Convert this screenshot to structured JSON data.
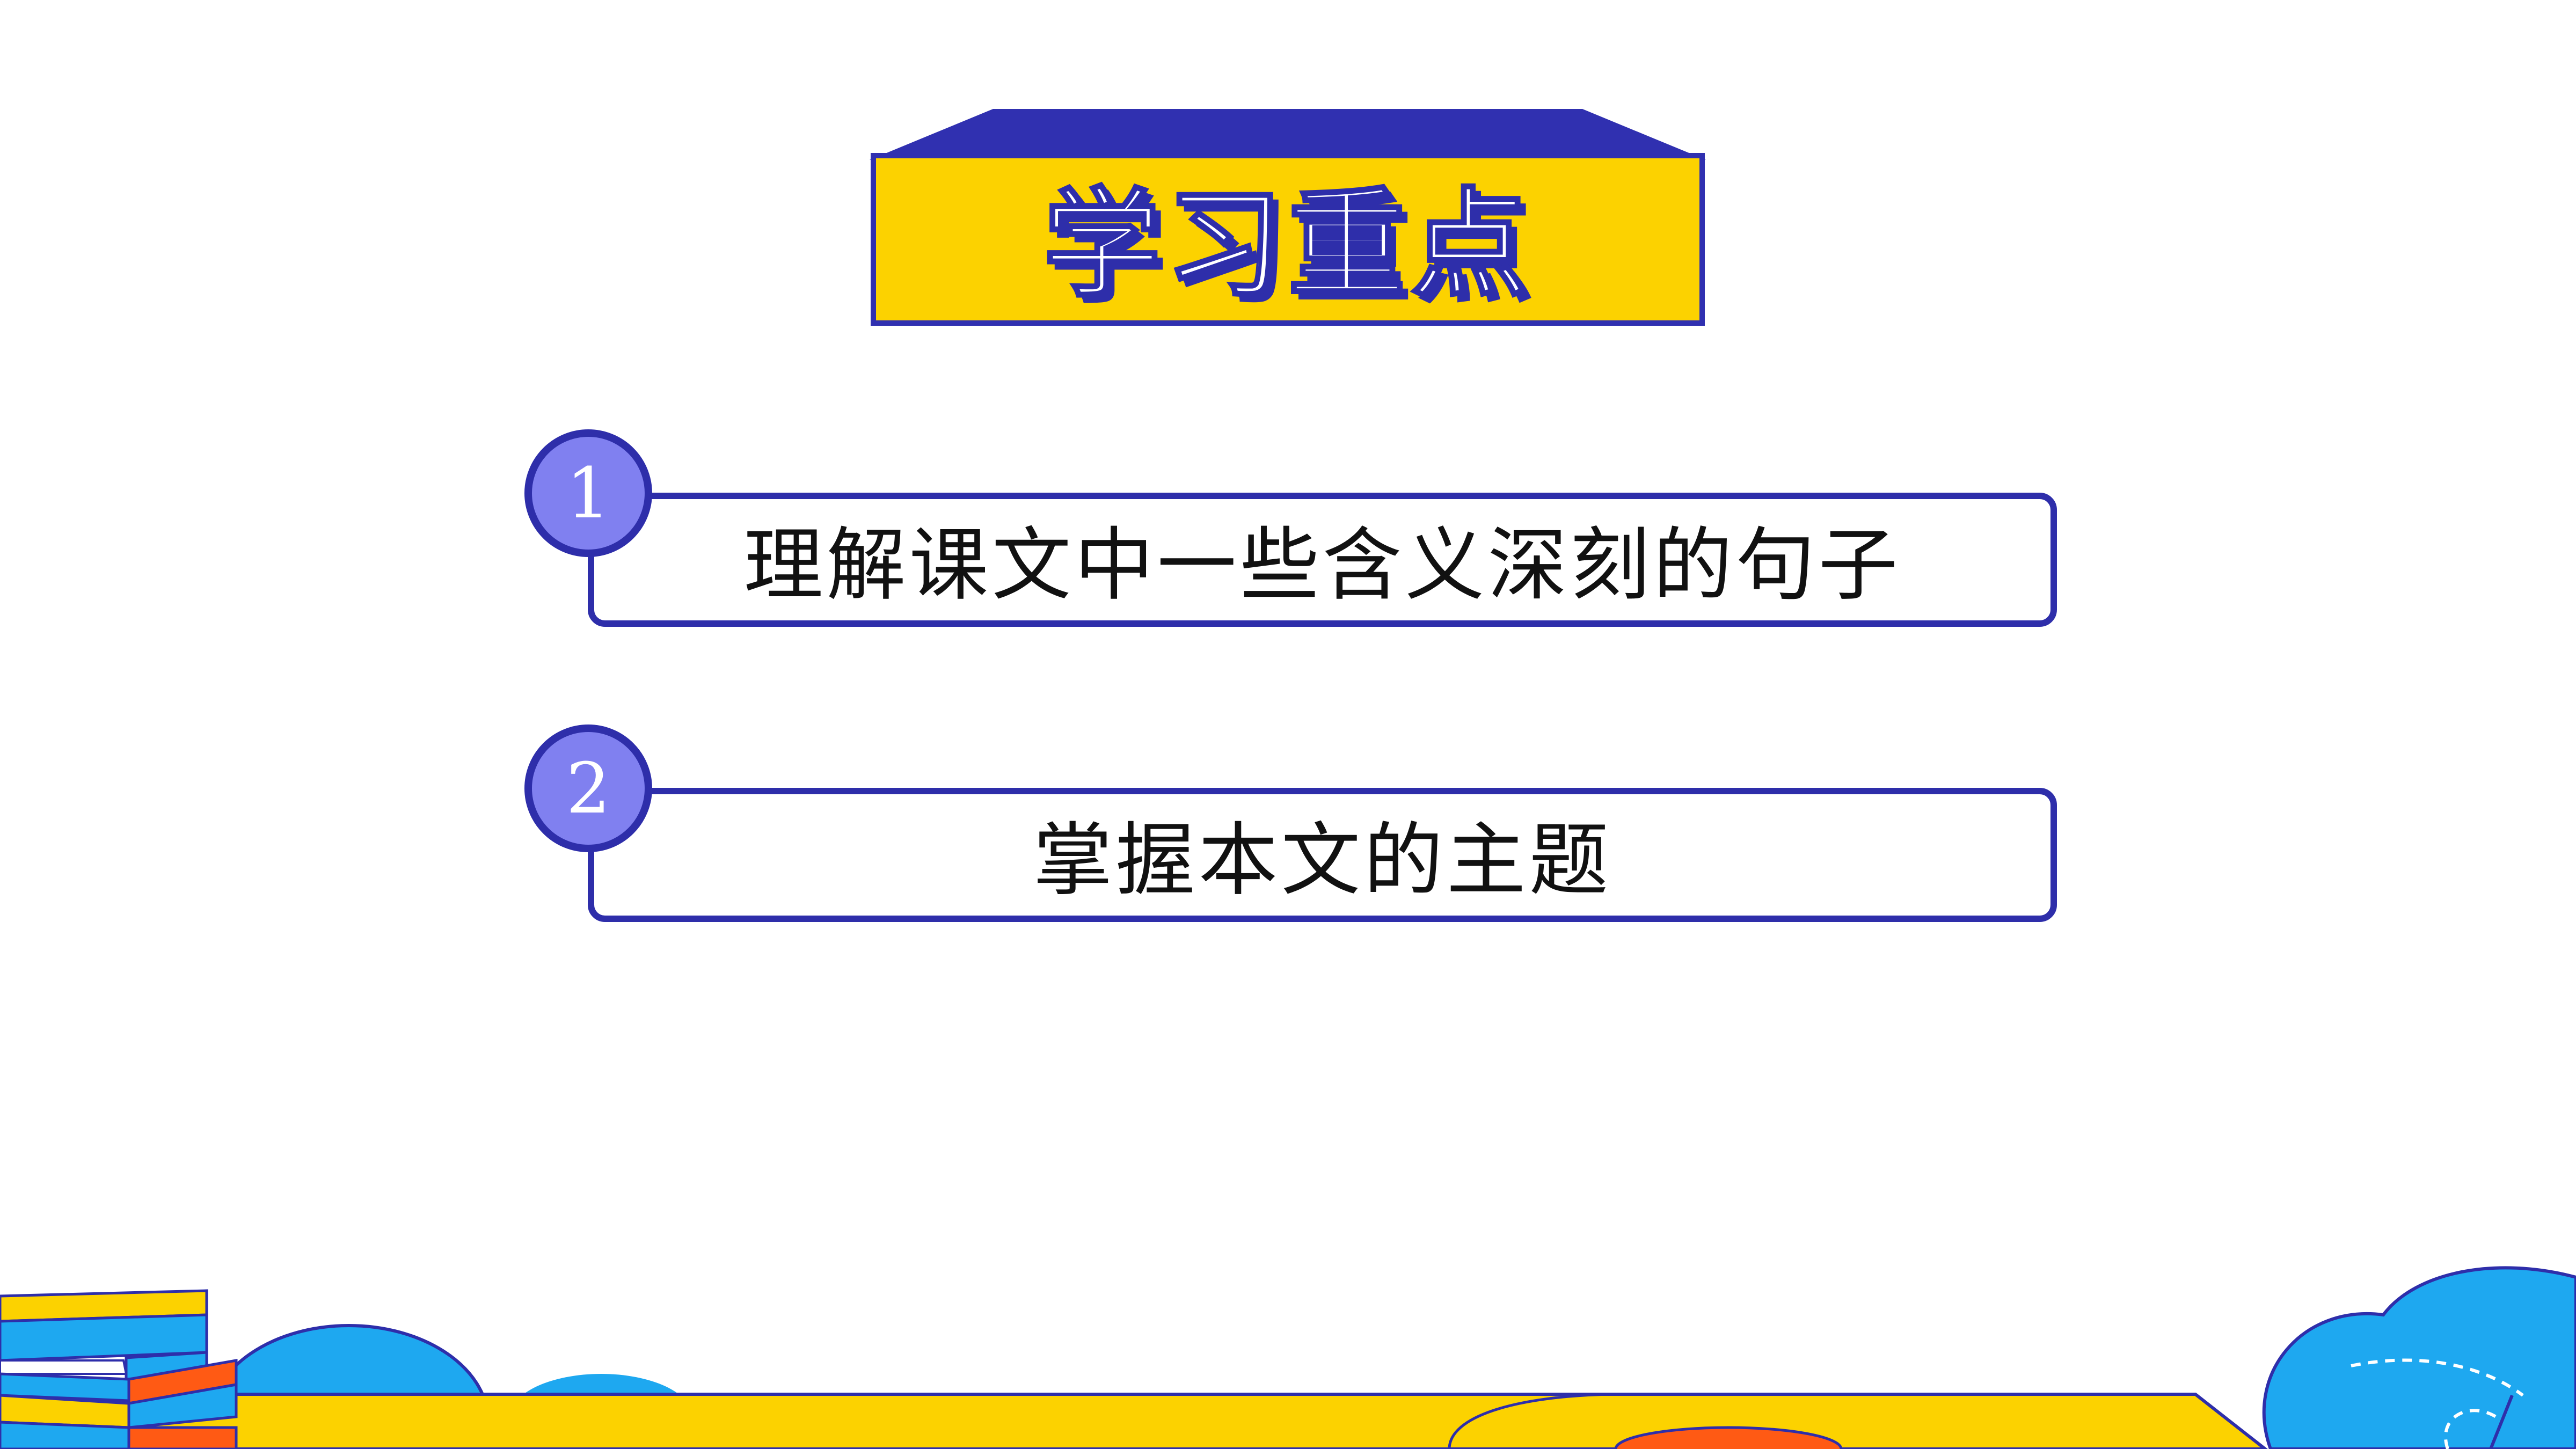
{
  "title": "学习重点",
  "points": [
    {
      "number": "1",
      "text": "理解课文中一些含义深刻的句子"
    },
    {
      "number": "2",
      "text": "掌握本文的主题"
    }
  ],
  "colors": {
    "banner_fill": "#FCD200",
    "banner_dark": "#2E2EAA",
    "circle_fill": "#8080F0",
    "cloud_blue": "#1EA8F0",
    "table_yellow": "#FCD200",
    "orange": "#FF5A14"
  }
}
